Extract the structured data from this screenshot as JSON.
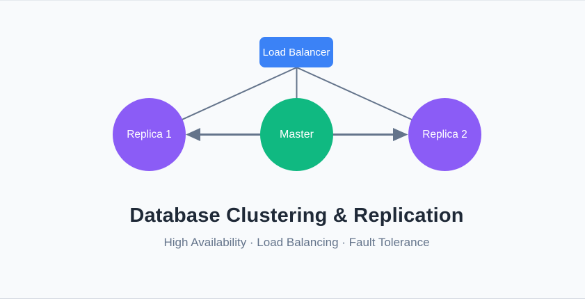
{
  "diagram": {
    "nodes": {
      "load_balancer": {
        "label": "Load Balancer",
        "color": "#3b82f6"
      },
      "master": {
        "label": "Master",
        "color": "#10b981"
      },
      "replica1": {
        "label": "Replica 1",
        "color": "#8b5cf6"
      },
      "replica2": {
        "label": "Replica 2",
        "color": "#8b5cf6"
      }
    },
    "edge_color": "#64748b",
    "text_color": "#ffffff"
  },
  "footer": {
    "title": "Database Clustering & Replication",
    "subtitle": "High Availability · Load Balancing · Fault Tolerance"
  },
  "colors": {
    "background": "#f8fafc",
    "title_text": "#1f2937",
    "subtitle_text": "#64748b"
  }
}
